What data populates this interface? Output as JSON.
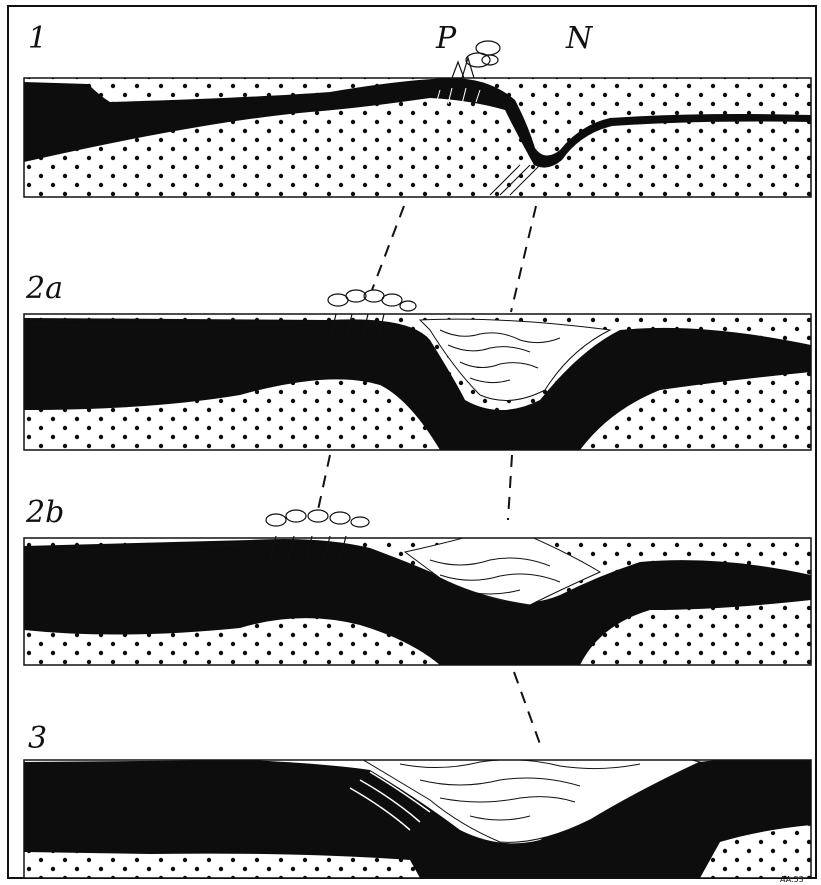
{
  "figure": {
    "panels": [
      {
        "label": "1"
      },
      {
        "label": "2a"
      },
      {
        "label": "2b"
      },
      {
        "label": "3"
      }
    ],
    "markers": {
      "p": "P",
      "n": "N"
    },
    "signature": "AA.53",
    "colors": {
      "ink": "#0d0d0d",
      "paper": "#ffffff",
      "frame": "#111111"
    }
  }
}
